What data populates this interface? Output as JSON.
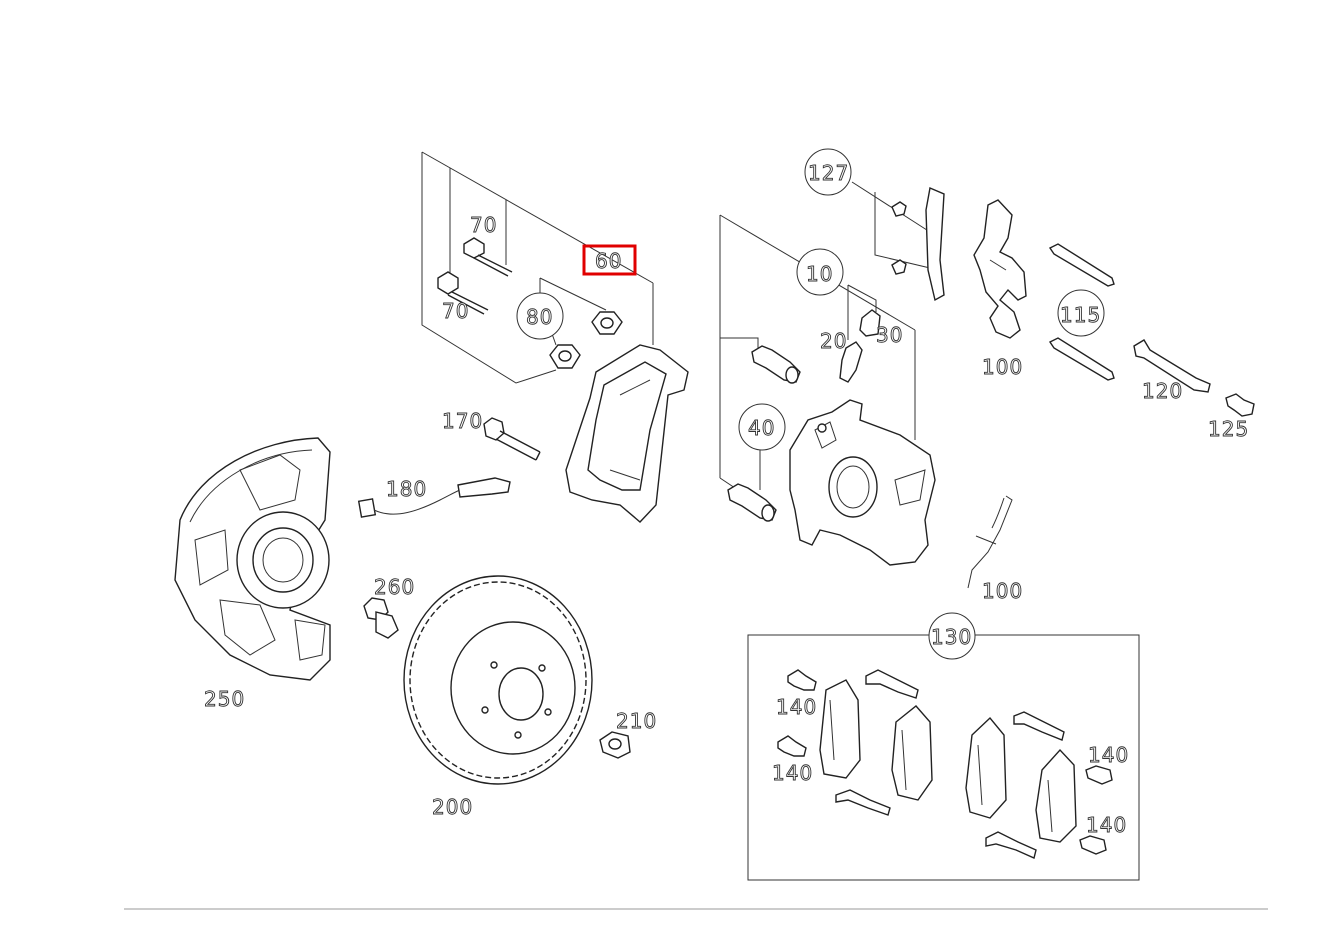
{
  "diagram": {
    "highlight_color": "#e00000",
    "labels": {
      "p10": "10",
      "p20": "20",
      "p30": "30",
      "p40": "40",
      "p60": "60",
      "p70a": "70",
      "p70b": "70",
      "p80": "80",
      "p100a": "100",
      "p100b": "100",
      "p115": "115",
      "p120": "120",
      "p125": "125",
      "p127": "127",
      "p130": "130",
      "p140a": "140",
      "p140b": "140",
      "p140c": "140",
      "p140d": "140",
      "p170": "170",
      "p180": "180",
      "p200": "200",
      "p210": "210",
      "p250": "250",
      "p260": "260"
    }
  }
}
